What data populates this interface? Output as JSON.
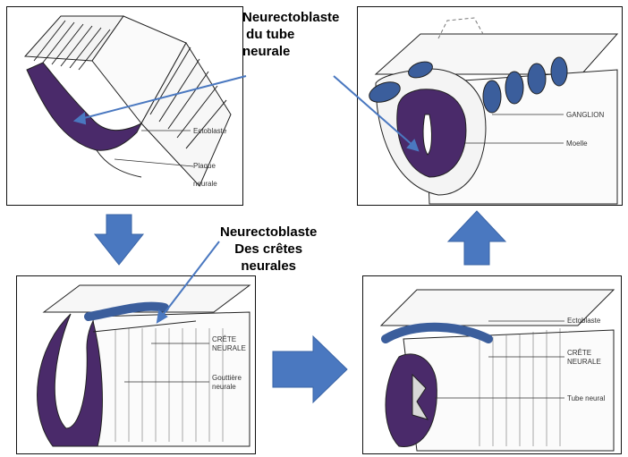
{
  "colors": {
    "tissue": "#4a2a6a",
    "crest": "#3b5e9c",
    "arrow": "#4a78c0",
    "pointer": "#4a78c0"
  },
  "labels": {
    "neurectoblast_tube": [
      "Neurectoblaste",
      " du tube",
      "neurale"
    ],
    "neurectoblast_crest": [
      "Neurectoblaste",
      "Des crêtes",
      "neurales"
    ]
  },
  "panels": {
    "neural_plate": {
      "ectoblast": "Ectoblaste",
      "plaque": [
        "Plaque",
        "neurale"
      ]
    },
    "gutter": {
      "crest": [
        "CRÊTE",
        "NEURALE"
      ],
      "gutter": [
        "Gouttière",
        "neurale"
      ]
    },
    "tube": {
      "ectoblast": "Ectoblaste",
      "crest": [
        "CRÊTE",
        "NEURALE"
      ],
      "tube": "Tube neural"
    },
    "ganglion": {
      "ganglion": "GANGLION",
      "marrow": "Moelle"
    }
  },
  "arrows": {
    "down": "arrow-down",
    "right": "arrow-right",
    "up": "arrow-up"
  }
}
